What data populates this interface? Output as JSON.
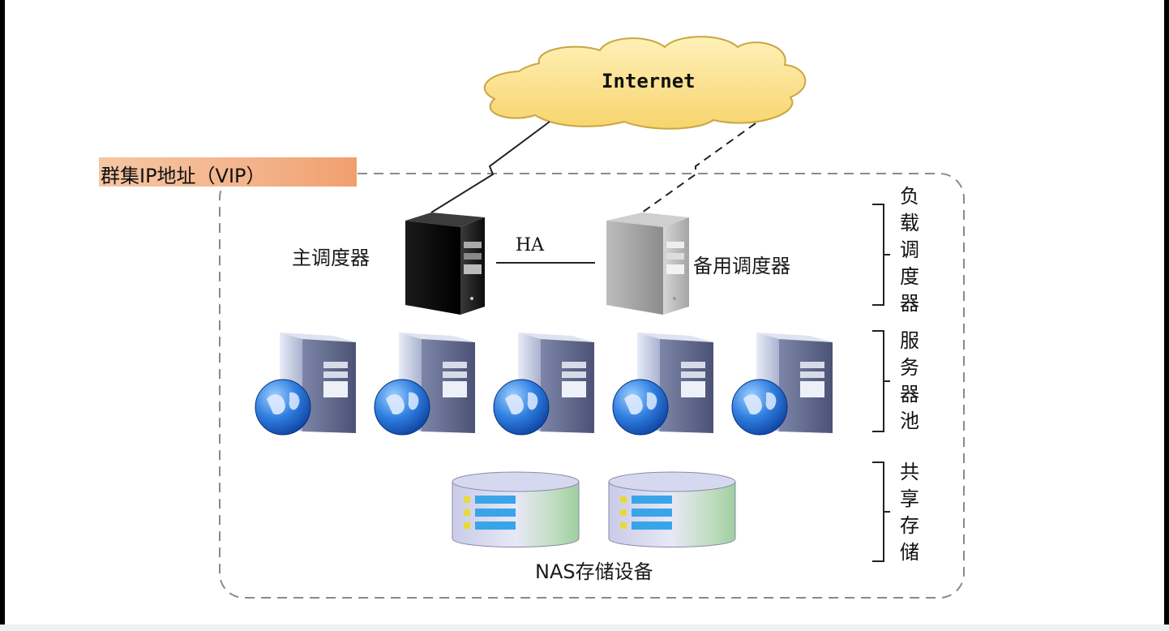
{
  "top_partial_text": "",
  "internet_label": "Internet",
  "vip_label": "群集IP地址（VIP）",
  "primary_scheduler_label": "主调度器",
  "backup_scheduler_label": "备用调度器",
  "ha_label": "HA",
  "nas_label": "NAS存储设备",
  "tiers": {
    "load_balancer": "负载调度器",
    "server_pool": "服务器池",
    "shared_storage": "共享存储"
  },
  "server_pool_count": 5,
  "storage_count": 2,
  "colors": {
    "cloud_fill": "#fbe08c",
    "cloud_stroke": "#c9a640",
    "vip_highlight": "#f3b58d",
    "dashed_border": "#8a8a8a"
  },
  "icons": [
    "cloud-icon",
    "tower-server-icon",
    "web-server-icon",
    "nas-storage-icon"
  ]
}
